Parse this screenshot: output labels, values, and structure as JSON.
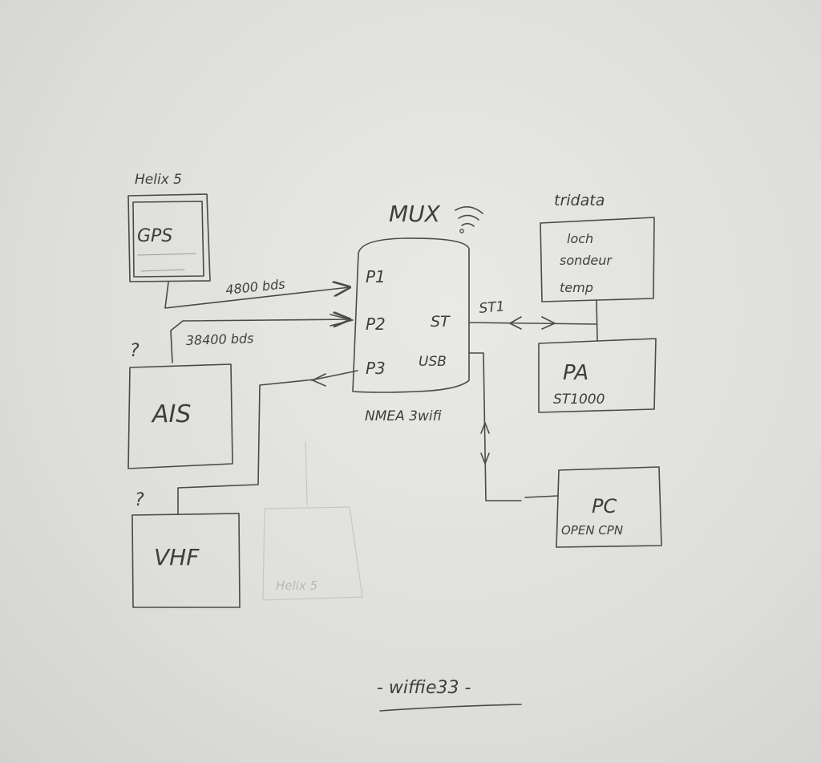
{
  "gps_group": {
    "caption": "Helix 5",
    "box": "GPS"
  },
  "ais": {
    "box": "AIS",
    "query_mark": "?"
  },
  "vhf": {
    "box": "VHF",
    "query_mark": "?"
  },
  "mux": {
    "title": "MUX",
    "port1": "P1",
    "port2": "P2",
    "port3": "P3",
    "port_st": "ST",
    "port_usb": "USB",
    "caption": "NMEA 3wifi"
  },
  "links": {
    "gps_speed": "4800 bds",
    "ais_speed": "38400 bds",
    "st_link": "ST1"
  },
  "tridata": {
    "caption": "tridata",
    "line1": "loch",
    "line2": "sondeur",
    "line3": "temp"
  },
  "pilot": {
    "title": "PA",
    "model": "ST1000"
  },
  "pc": {
    "title": "PC",
    "software": "OPEN CPN"
  },
  "ghost_box": {
    "label": "Helix 5"
  },
  "footer": {
    "signature": "- wiffie33 -"
  }
}
